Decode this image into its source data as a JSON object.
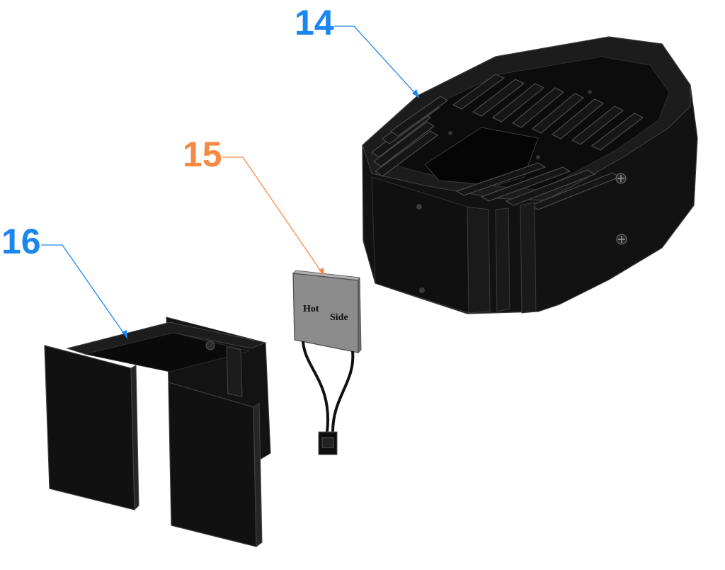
{
  "callouts": [
    {
      "number": "14",
      "part": "heatsink-housing"
    },
    {
      "number": "15",
      "part": "peltier-module"
    },
    {
      "number": "16",
      "part": "bracket"
    }
  ],
  "peltier": {
    "label_left": "Hot",
    "label_right": "Side"
  },
  "colors": {
    "callout_blue": "#1a86f0",
    "callout_orange": "#f58a45",
    "part_black": "#111111",
    "module_gray": "#8c8c8c"
  }
}
